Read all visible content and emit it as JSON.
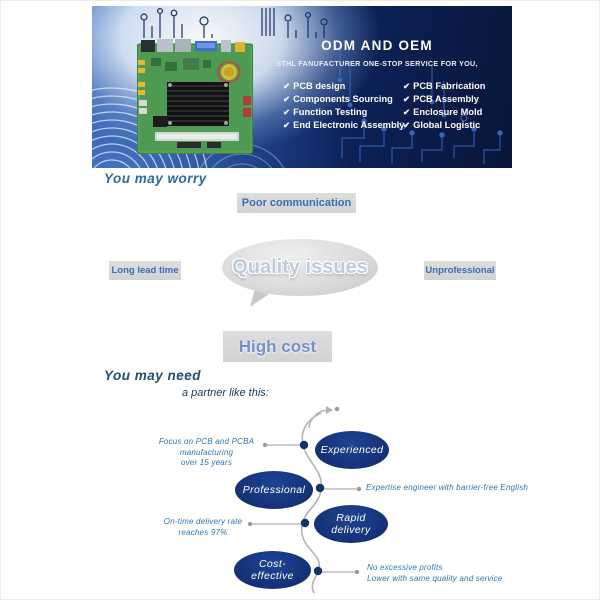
{
  "colors": {
    "accent_blue": "#2e75b6",
    "deep_navy": "#14306e",
    "box_gray": "#d6d6d6",
    "banner_navy": "#091638",
    "pcb_green": "#4e9a52"
  },
  "banner": {
    "title": "ODM AND OEM",
    "subtitle": "STHL FANUFACTURER ONE-STOP SERVICE FOR YOU,",
    "check": "✔",
    "services_left": [
      {
        "label": "PCB design"
      },
      {
        "label": "Components Sourcing"
      },
      {
        "label": "Function Testing"
      },
      {
        "label": "End Electronic Assembly"
      }
    ],
    "services_right": [
      {
        "label": "PCB Fabrication"
      },
      {
        "label": "PCB Assembly"
      },
      {
        "label": "Enclosure Mold"
      },
      {
        "label": "Global Logistic"
      }
    ]
  },
  "worry": {
    "heading": "You may worry",
    "top": "Poor communication",
    "left": "Long lead time",
    "center": "Quality issues",
    "right": "Unprofessional",
    "bottom": "High cost"
  },
  "need": {
    "heading": "You may need",
    "subheading": "a partner like this:",
    "milestones": [
      {
        "line1": "Experienced",
        "line2": ""
      },
      {
        "line1": "Professional",
        "line2": ""
      },
      {
        "line1": "Rapid",
        "line2": "delivery"
      },
      {
        "line1": "Cost-",
        "line2": "effective"
      }
    ],
    "notes": [
      {
        "line1": "Focus on PCB and PCBA",
        "line2": "manufacturing",
        "line3": "over 15 years"
      },
      {
        "line1": "Expertise engineer with barrier-free English",
        "line2": "",
        "line3": ""
      },
      {
        "line1": "On-time delivery rate",
        "line2": "reaches 97%",
        "line3": ""
      },
      {
        "line1": "No excessive profits",
        "line2": "Lower with same quality and service",
        "line3": ""
      }
    ]
  }
}
